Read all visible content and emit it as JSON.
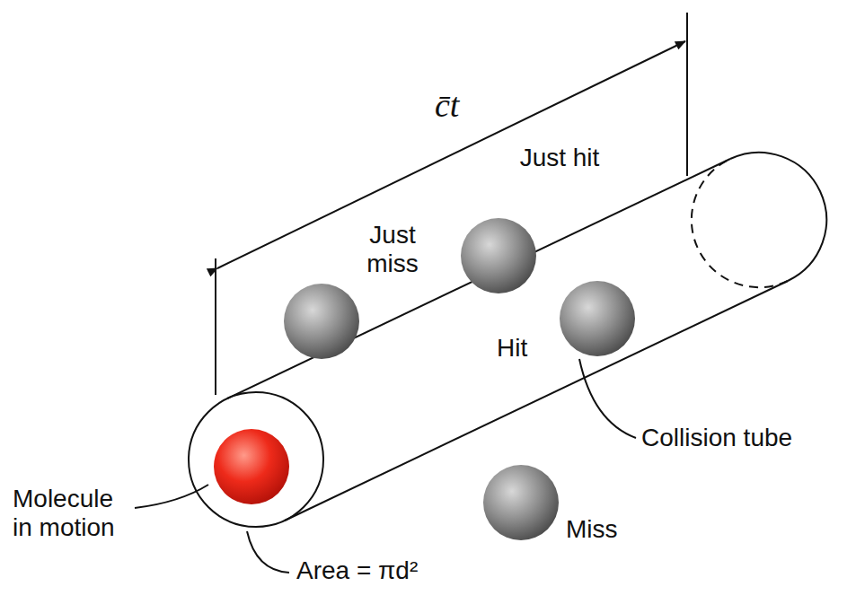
{
  "diagram": {
    "labels": [
      "c̄t",
      "Just miss",
      "Just hit",
      "Hit",
      "Collision tube",
      "Molecule in motion",
      "Miss",
      "Area = πd²"
    ]
  }
}
